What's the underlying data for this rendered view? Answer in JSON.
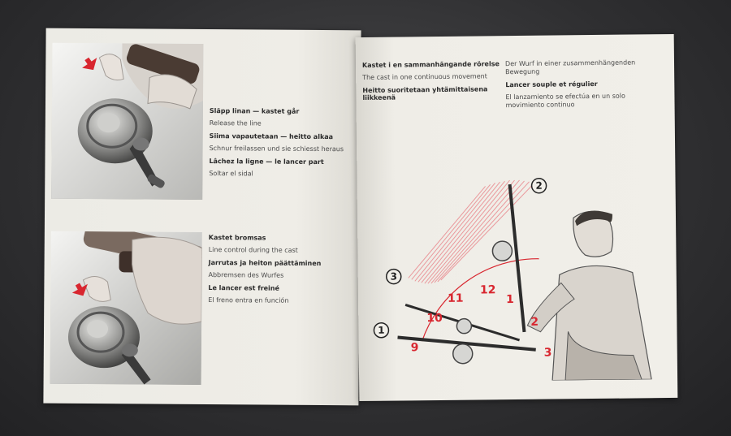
{
  "left_page": {
    "top_section": {
      "lines": [
        {
          "text": "Släpp linan — kastet går",
          "bold": true
        },
        {
          "text": "Release the line",
          "bold": false
        },
        {
          "text": "Siima vapautetaan — heitto alkaa",
          "bold": true
        },
        {
          "text": "Schnur freilassen und sie schiesst heraus",
          "bold": false
        },
        {
          "text": "Lâchez la ligne — le lancer part",
          "bold": true
        },
        {
          "text": "Soltar el sidal",
          "bold": false
        }
      ]
    },
    "bottom_section": {
      "lines": [
        {
          "text": "Kastet bromsas",
          "bold": true
        },
        {
          "text": "Line control during the cast",
          "bold": false
        },
        {
          "text": "Jarrutas ja heiton päättäminen",
          "bold": true
        },
        {
          "text": "Abbremsen des Wurfes",
          "bold": false
        },
        {
          "text": "Le lancer est freiné",
          "bold": true
        },
        {
          "text": "El freno entra en función",
          "bold": false
        }
      ]
    }
  },
  "right_page": {
    "col_a": [
      {
        "text": "Kastet i en sammanhängande rörelse",
        "bold": true
      },
      {
        "text": "The cast in one continuous movement",
        "bold": false
      },
      {
        "text": "Heitto suoritetaan yhtämittaisena liikkeenä",
        "bold": true
      }
    ],
    "col_b": [
      {
        "text": "Der Wurf in einer zusammenhängenden Bewegung",
        "bold": false
      },
      {
        "text": "Lancer souple et régulier",
        "bold": true
      },
      {
        "text": "El lanzamiento se efectúa en un solo movimiento continuo",
        "bold": false
      }
    ],
    "diagram": {
      "step_labels": [
        "1",
        "2",
        "3"
      ],
      "clock_numbers": [
        "9",
        "10",
        "11",
        "12",
        "1",
        "2",
        "3"
      ],
      "accent_color": "#d8262f"
    }
  }
}
